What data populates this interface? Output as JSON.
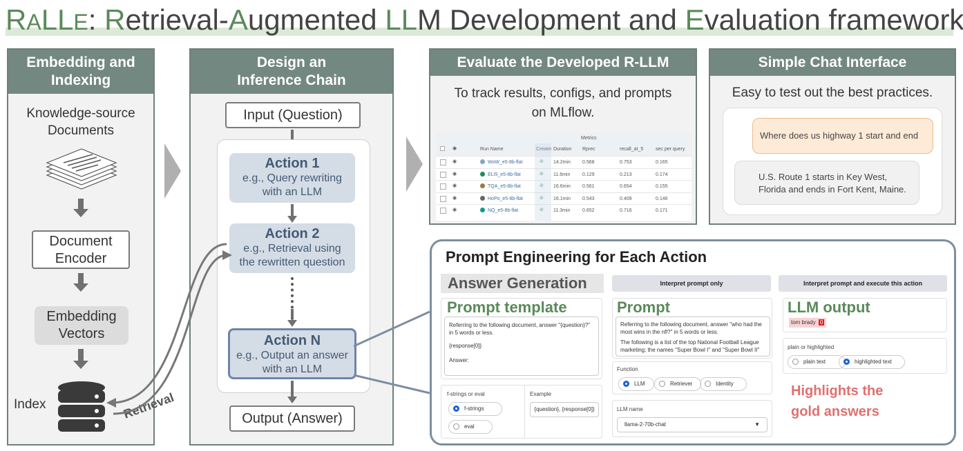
{
  "header": {
    "title_r": "R",
    "title_alle_a": "A",
    "title_ll": "LL",
    "title_e": "E",
    "title_colon": ": ",
    "title_R": "R",
    "title_etrieval": "etrieval-",
    "title_A": "A",
    "title_ugmented": "ugmented ",
    "title_LL": "LL",
    "title_M": "M Development and ",
    "title_E": "E",
    "title_rest": "valuation framework"
  },
  "embedding_panel": {
    "heading_line1": "Embedding and",
    "heading_line2": "Indexing",
    "source_line1": "Knowledge-source",
    "source_line2": "Documents",
    "encoder_line1": "Document",
    "encoder_line2": "Encoder",
    "vectors_line1": "Embedding",
    "vectors_line2": "Vectors",
    "index_label": "Index",
    "retrieval_label": "Retrieval"
  },
  "inference_panel": {
    "heading_line1": "Design an",
    "heading_line2": "Inference Chain",
    "input_label": "Input (Question)",
    "output_label": "Output (Answer)",
    "actions": [
      {
        "title": "Action 1",
        "line1": "e.g., Query rewriting",
        "line2": "with an LLM"
      },
      {
        "title": "Action 2",
        "line1": "e.g., Retrieval using",
        "line2": "the rewritten question"
      },
      {
        "title": "Action N",
        "line1": "e.g., Output an answer",
        "line2": "with an LLM"
      }
    ]
  },
  "evaluate_panel": {
    "heading": "Evaluate the Developed R-LLM",
    "desc_line1": "To track results, configs, and prompts",
    "desc_line2": "on MLflow.",
    "table": {
      "group_header": "Metrics",
      "columns": [
        "Run Name",
        "Created",
        "Duration",
        "Rprec",
        "recall_at_5",
        "sec per query"
      ],
      "rows": [
        {
          "name": "WoW_e5-8b-flat",
          "dot": "#7fa8c0",
          "duration": "14.2min",
          "rprec": "0.568",
          "recall": "0.753",
          "sec": "0.165"
        },
        {
          "name": "ELI5_e5-8b-flat",
          "dot": "#1e8a5a",
          "duration": "11.6min",
          "rprec": "0.129",
          "recall": "0.213",
          "sec": "0.174"
        },
        {
          "name": "TQA_e5-8b-flat",
          "dot": "#9a7a3a",
          "duration": "16.6min",
          "rprec": "0.561",
          "recall": "0.654",
          "sec": "0.155"
        },
        {
          "name": "HoPo_e5-8b-flat",
          "dot": "#666666",
          "duration": "16.1min",
          "rprec": "0.543",
          "recall": "0.409",
          "sec": "0.146"
        },
        {
          "name": "NQ_e5-8b-flat",
          "dot": "#0e9a8a",
          "duration": "11.3min",
          "rprec": "0.652",
          "recall": "0.716",
          "sec": "0.171"
        }
      ]
    }
  },
  "chat_panel": {
    "heading": "Simple Chat Interface",
    "desc": "Easy to test out the best practices.",
    "user_message": "Where does us highway 1 start and end",
    "bot_line1": "U.S. Route 1 starts in Key West,",
    "bot_line2": "Florida and ends in Fort Kent, Maine."
  },
  "prompt_panel": {
    "heading": "Prompt Engineering for Each Action",
    "action_tab": "Answer Generation",
    "btn_interpret": "Interpret prompt only",
    "btn_execute": "Interpret prompt and execute this action",
    "template_heading": "Prompt template",
    "template_line1": "Referring to the following document, answer \"{question}?\"",
    "template_line2": "in 5 words or less.",
    "template_line3": "{response[0]}",
    "template_line4": "Answer:",
    "fstrings_label": "f-strings or eval",
    "opt_fstrings": "f-strings",
    "opt_eval": "eval",
    "example_label": "Example",
    "example_value": "{question}, {response[0]}",
    "prompt_heading": "Prompt",
    "prompt_line1": "Referring to the following document, answer \"who had the",
    "prompt_line2": "most wins in the nfl?\" in 5 words or less.",
    "prompt_line3": "The following is a list of the top National Football League",
    "prompt_line4": "marketing; the names \"Super Bowl I\" and \"Super Bowl II\"",
    "function_label": "Function",
    "opt_llm": "LLM",
    "opt_retriever": "Retriever",
    "opt_identity": "Identity",
    "llm_name_label": "LLM name",
    "llm_name_value": "llama-2-70b-chat",
    "output_heading": "LLM output",
    "output_value": "tom brady",
    "output_badge": "0",
    "plain_label": "plain or highlighted",
    "opt_plain": "plain text",
    "opt_highlighted": "highlighted text",
    "highlight_note_line1": "Highlights the",
    "highlight_note_line2": "gold answers"
  },
  "colors": {
    "panel_header": "#738880",
    "action_fill": "#d4dce6",
    "accent_green": "#5a8a5a",
    "highlight_red": "#e07070"
  }
}
